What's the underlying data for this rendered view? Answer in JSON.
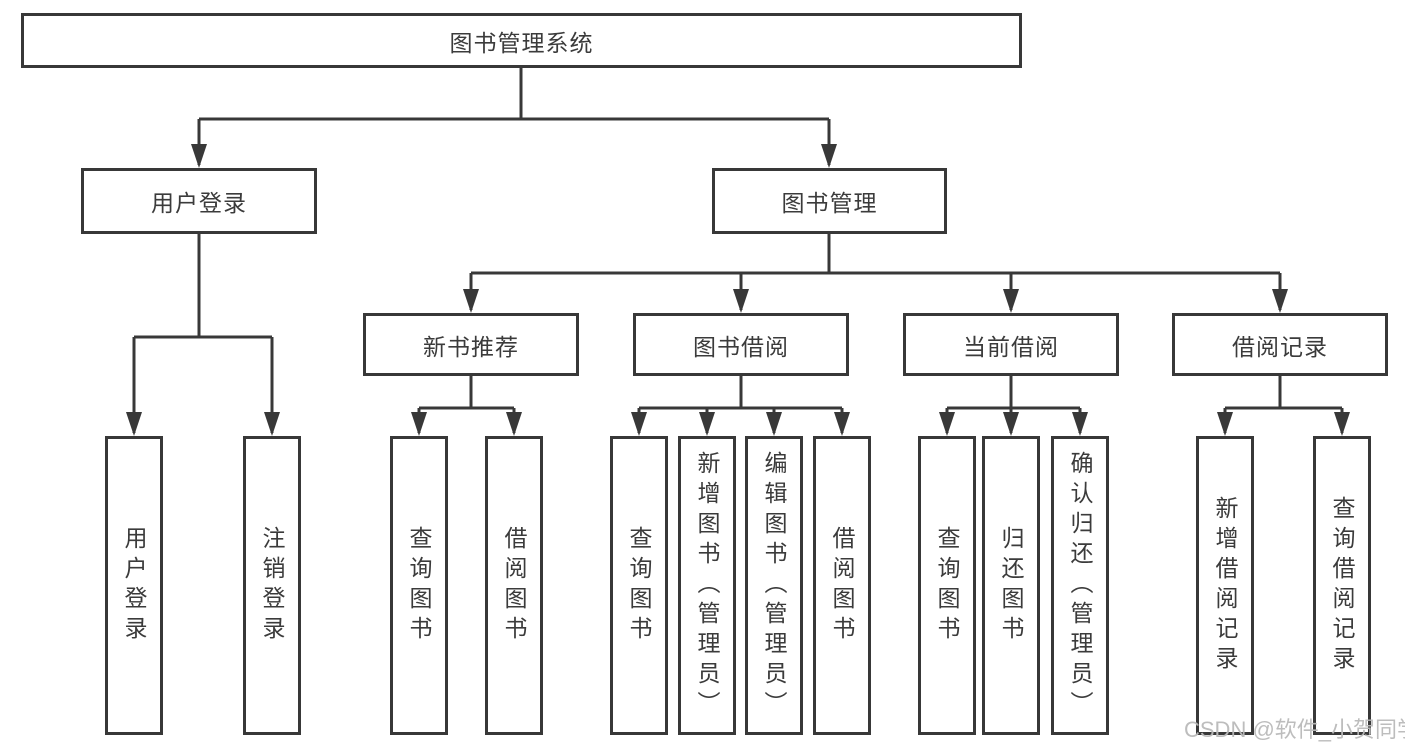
{
  "tree": {
    "root": {
      "label": "图书管理系统"
    },
    "branches": [
      {
        "label": "用户登录",
        "children": [
          "用户登录",
          "注销登录"
        ]
      },
      {
        "label": "图书管理",
        "sections": [
          {
            "label": "新书推荐",
            "children": [
              "查询图书",
              "借阅图书"
            ]
          },
          {
            "label": "图书借阅",
            "children": [
              "查询图书",
              "新增图书（管理员）",
              "编辑图书（管理员）",
              "借阅图书"
            ]
          },
          {
            "label": "当前借阅",
            "children": [
              "查询图书",
              "归还图书",
              "确认归还（管理员）"
            ]
          },
          {
            "label": "借阅记录",
            "children": [
              "新增借阅记录",
              "查询借阅记录"
            ]
          }
        ]
      }
    ]
  },
  "watermark": {
    "text": "CSDN @软件_小贺同学"
  },
  "colors": {
    "line": "#383838",
    "box_border": "#383838",
    "text": "#3b3b3b",
    "background": "#ffffff",
    "watermark": "#b9b9b9"
  }
}
